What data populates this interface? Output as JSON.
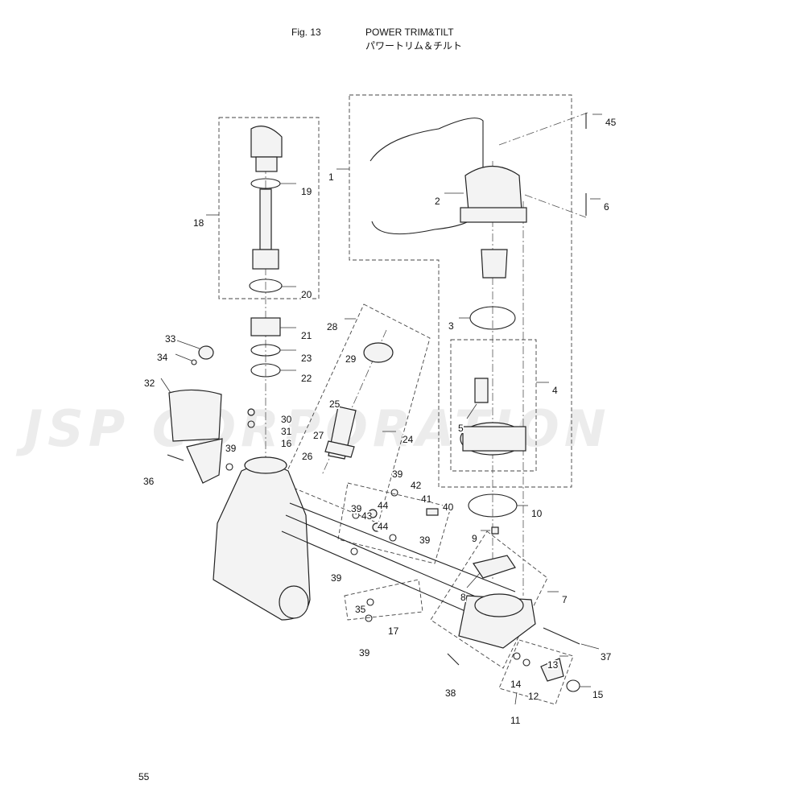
{
  "header": {
    "fig_label": "Fig. 13",
    "title": "POWER TRIM&TILT",
    "title_jp": "パワートリム＆チルト"
  },
  "page_number": "55",
  "watermark": "JSP CORPORATION",
  "callouts": [
    "1",
    "2",
    "3",
    "4",
    "5",
    "6",
    "7",
    "8",
    "9",
    "10",
    "11",
    "12",
    "13",
    "14",
    "15",
    "16",
    "17",
    "18",
    "19",
    "20",
    "21",
    "22",
    "23",
    "24",
    "25",
    "26",
    "27",
    "28",
    "29",
    "30",
    "31",
    "32",
    "33",
    "34",
    "35",
    "36",
    "37",
    "38",
    "39",
    "39",
    "39",
    "39",
    "39",
    "39",
    "40",
    "41",
    "42",
    "43",
    "44",
    "44",
    "45"
  ]
}
